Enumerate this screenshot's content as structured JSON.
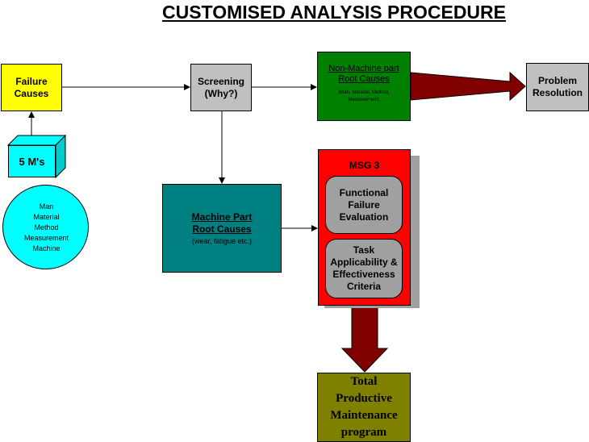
{
  "title": "CUSTOMISED ANALYSIS PROCEDURE",
  "failure_causes": {
    "line1": "Failure",
    "line2": "Causes"
  },
  "screening": {
    "line1": "Screening",
    "line2": "(Why?)"
  },
  "non_machine": {
    "line1": "Non-Machine part",
    "line2": "Root Causes",
    "detail_line1": "(Man, Material, Method,",
    "detail_line2": "Measurement)"
  },
  "problem_resolution": {
    "line1": "Problem",
    "line2": "Resolution"
  },
  "machine_part": {
    "line1": "Machine Part",
    "line2": "Root Causes",
    "detail": "(wear, fatigue etc.)"
  },
  "msg3": {
    "title": "MSG 3",
    "functional": {
      "line1": "Functional",
      "line2": "Failure",
      "line3": "Evaluation"
    },
    "task": {
      "line1": "Task",
      "line2": "Applicability &",
      "line3": "Effectiveness",
      "line4": "Criteria"
    }
  },
  "five_ms": {
    "label": "5 M's",
    "items": [
      "Man",
      "Material",
      "Method",
      "Measurement",
      "Machine"
    ]
  },
  "tpm": {
    "line1": "Total",
    "line2": "Productive",
    "line3": "Maintenance",
    "line4": "program"
  },
  "colors": {
    "failure": "#ffff00",
    "screening": "#c0c0c0",
    "non_machine": "#008000",
    "machine_part": "#008080",
    "msg3": "#ff0000",
    "rounded_box": "#a0a0a0",
    "tpm": "#808000",
    "five_ms": "#00ffff",
    "big_arrow": "#800000"
  }
}
